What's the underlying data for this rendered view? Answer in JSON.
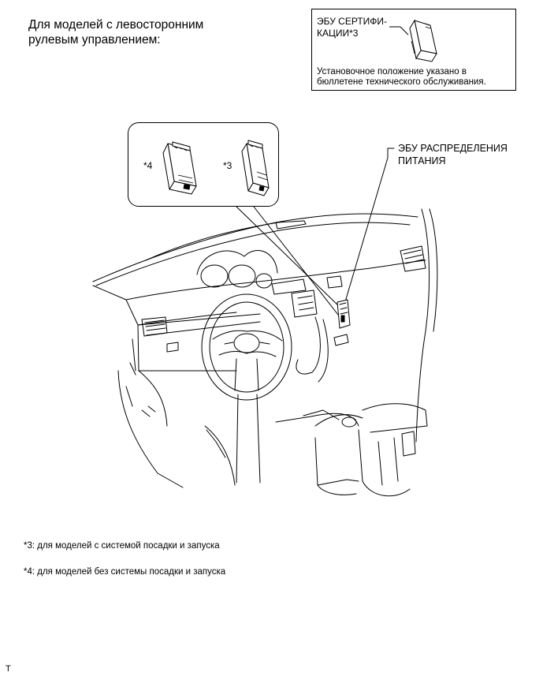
{
  "header": {
    "line1": "Для моделей с левосторонним",
    "line2": "рулевым управлением:"
  },
  "cert_ecu": {
    "label_line1": "ЭБУ СЕРТИФИ-",
    "label_line2": "КАЦИИ*3",
    "note_line1": "Установочное положение указано в",
    "note_line2": "бюллетене технического обслуживания."
  },
  "callout": {
    "mark4": "*4",
    "mark3": "*3"
  },
  "power_ecu": {
    "label_line1": "ЭБУ РАСПРЕДЕЛЕНИЯ",
    "label_line2": "ПИТАНИЯ"
  },
  "notes": [
    "*3: для моделей с системой посадки и запуска",
    "*4: для моделей без системы посадки и запуска"
  ],
  "corner_mark": "T"
}
